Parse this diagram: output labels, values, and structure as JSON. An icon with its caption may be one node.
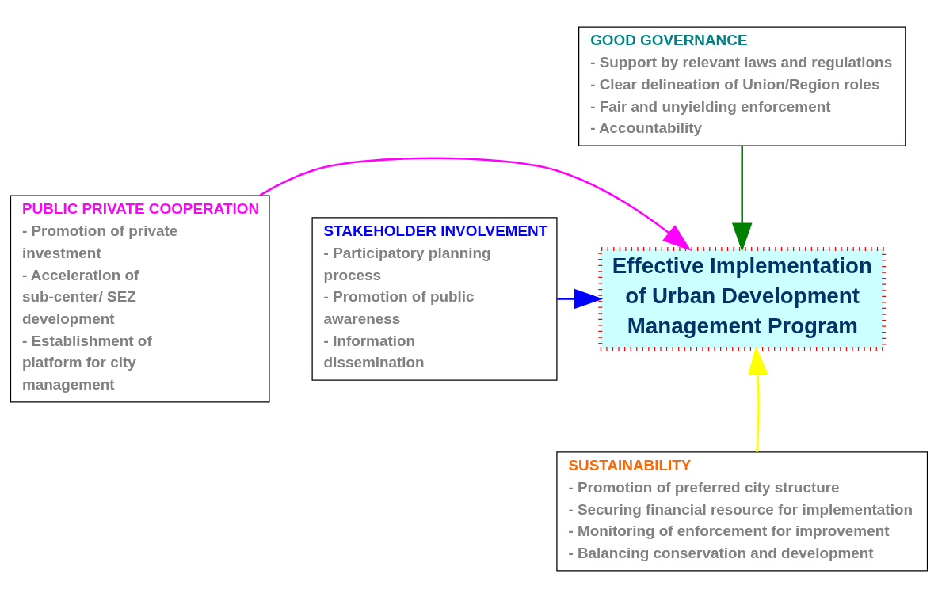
{
  "diagram": {
    "nodes": [
      {
        "text": [
          "GOOD GOVERNANCE",
          "- Support by relevant laws and regulations",
          "- Clear delineation of Union/Region roles",
          "- Fair and unyielding enforcement",
          "- Accountability"
        ]
      },
      {
        "text": [
          "PUBLIC PRIVATE COOPERATION",
          "- Promotion of private investment",
          "- Acceleration of sub-center/ SEZ development",
          "- Establishment of platform for city management"
        ]
      },
      {
        "text": [
          "STAKEHOLDER INVOLVEMENT",
          "- Participatory planning process",
          "- Promotion of public awareness",
          "- Information dissemination"
        ]
      },
      {
        "text": [
          "Effective Implementation of Urban Development Management Program"
        ]
      },
      {
        "text": [
          "SUSTAINABILITY",
          "- Promotion of preferred city structure",
          "- Securing financial resource for implementation",
          "- Monitoring of enforcement for improvement",
          "- Balancing conservation and development"
        ]
      }
    ],
    "edges": [
      {
        "from": 0,
        "to": 3,
        "arrow": "to",
        "color": "#008000"
      },
      {
        "from": 1,
        "to": 3,
        "arrow": "to",
        "color": "#ff00ff"
      },
      {
        "from": 2,
        "to": 3,
        "arrow": "to",
        "color": "#0000ff"
      },
      {
        "from": 4,
        "to": 3,
        "arrow": "to",
        "color": "#ffff00"
      }
    ]
  }
}
